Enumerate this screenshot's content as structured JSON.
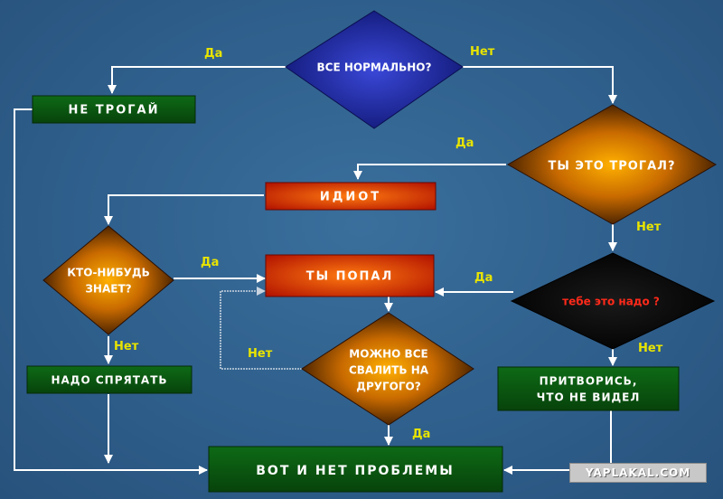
{
  "nodes": {
    "all_ok": "ВСЕ НОРМАЛЬНО?",
    "dont_touch": "НЕ ТРОГАЙ",
    "touched_it": "ТЫ ЭТО ТРОГАЛ?",
    "idiot": "ИДИОТ",
    "anyone_knows": [
      "КТО-НИБУДЬ",
      "ЗНАЕТ?"
    ],
    "you_screwed": "ТЫ ПОПАЛ",
    "do_you_need": "тебе это надо ?",
    "hide_it": "НАДО СПРЯТАТЬ",
    "blame_other": [
      "МОЖНО ВСЕ",
      "СВАЛИТЬ НА",
      "ДРУГОГО?"
    ],
    "pretend": [
      "ПРИТВОРИСЬ,",
      "ЧТО НЕ ВИДЕЛ"
    ],
    "no_problem": "ВОТ И НЕТ ПРОБЛЕМЫ"
  },
  "labels": {
    "yes": "Да",
    "no": "Нет"
  },
  "watermark": "YAPLAKAL.COM",
  "colors": {
    "background": "#2f5f8c",
    "yes_no_text": "#e8e400",
    "green_box": "#0d5c12",
    "red_box": "#d8300a",
    "diamond_blue": "#1c2aa0",
    "diamond_orange": "#f0a000",
    "diamond_black": "#000000",
    "arrow": "#ffffff"
  }
}
